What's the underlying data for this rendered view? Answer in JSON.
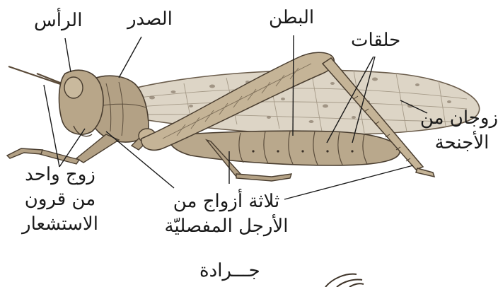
{
  "labels": {
    "head": "الرأس",
    "thorax": "الصدر",
    "abdomen": "البطن",
    "segments": "حلقات",
    "wings_line1": "زوجان من",
    "wings_line2": "الأجنحة",
    "antennae_line1": "زوج واحد",
    "antennae_line2": "من قرون",
    "antennae_line3": "الاستشعار",
    "legs_line1": "ثلاثة أزواج من",
    "legs_line2": "الأرجل المفصليّة",
    "caption": "جـــرادة"
  },
  "colors": {
    "body": "#b3a185",
    "wing": "#ddd5c6",
    "wing_spot": "#8d8070",
    "outline": "#4a3e30",
    "leader": "#1a1a1a"
  }
}
